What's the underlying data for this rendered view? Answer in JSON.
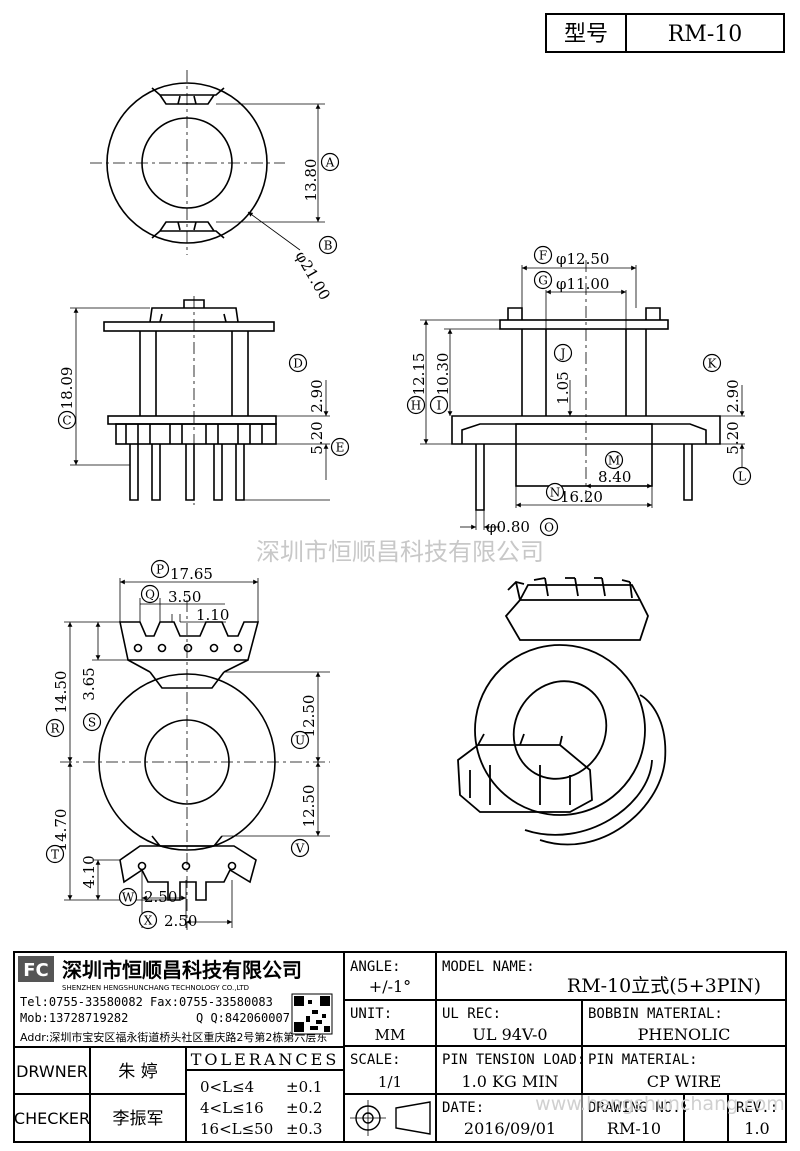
{
  "header": {
    "model_label": "型号",
    "model_value": "RM-10"
  },
  "watermark": "深圳市恒顺昌科技有限公司",
  "watermark_url": "www.hengshunchang.com",
  "dims": {
    "A": "13.80",
    "B": "φ21.00",
    "C": "18.09",
    "D": "2.90",
    "E": "5.20",
    "F": "φ12.50",
    "G": "φ11.00",
    "H": "12.15",
    "I": "10.30",
    "J": "1.05",
    "K": "2.90",
    "L": "5.20",
    "M": "8.40",
    "N": "16.20",
    "O": "φ0.80",
    "P": "17.65",
    "Q": "3.50",
    "Q2": "1.10",
    "R": "14.50",
    "S": "3.65",
    "T": "14.70",
    "T2": "4.10",
    "U": "12.50",
    "V": "12.50",
    "W": "2.50",
    "X": "2.50"
  },
  "labels": [
    "A",
    "B",
    "C",
    "D",
    "E",
    "F",
    "G",
    "H",
    "I",
    "J",
    "K",
    "L",
    "M",
    "N",
    "O",
    "P",
    "Q",
    "R",
    "S",
    "T",
    "U",
    "V",
    "W",
    "X"
  ],
  "company": {
    "logo_text": "FC",
    "name_cn": "深圳市恒顺昌科技有限公司",
    "name_en": "SHENZHEN HENGSHUNCHANG TECHNOLOGY CO.,LTD",
    "tel": "Tel:0755-33580082 Fax:0755-33580083",
    "mob": "Mob:13728719282",
    "qq": "Q Q:842060007",
    "addr": "Addr:深圳市宝安区福永街道桥头社区重庆路2号第2栋第六层东"
  },
  "title_block": {
    "angle_label": "ANGLE:",
    "angle_value": "+/-1°",
    "unit_label": "UNIT:",
    "unit_value": "MM",
    "scale_label": "SCALE:",
    "scale_value": "1/1",
    "model_name_label": "MODEL NAME:",
    "model_name_value": "RM-10立式(5+3PIN)",
    "ul_label": "UL REC:",
    "ul_value": "UL 94V-0",
    "bobbin_label": "BOBBIN MATERIAL:",
    "bobbin_value": "PHENOLIC",
    "pin_tension_label": "PIN TENSION LOAD:",
    "pin_tension_value": "1.0 KG MIN",
    "pin_material_label": "PIN MATERIAL:",
    "pin_material_value": "CP WIRE",
    "date_label": "DATE:",
    "date_value": "2016/09/01",
    "drawing_no_label": "DRAWING NO.:",
    "drawing_no_value": "RM-10",
    "rev_label": "REV.:",
    "rev_value": "1.0",
    "drawer_label": "DRWNER",
    "drawer_value": "朱 婷",
    "checker_label": "CHECKER",
    "checker_value": "李振军",
    "tolerances_label": "TOLERANCES",
    "tol": [
      {
        "range": "0<L≤4",
        "value": "±0.1"
      },
      {
        "range": "4<L≤16",
        "value": "±0.2"
      },
      {
        "range": "16<L≤50",
        "value": "±0.3"
      }
    ]
  }
}
